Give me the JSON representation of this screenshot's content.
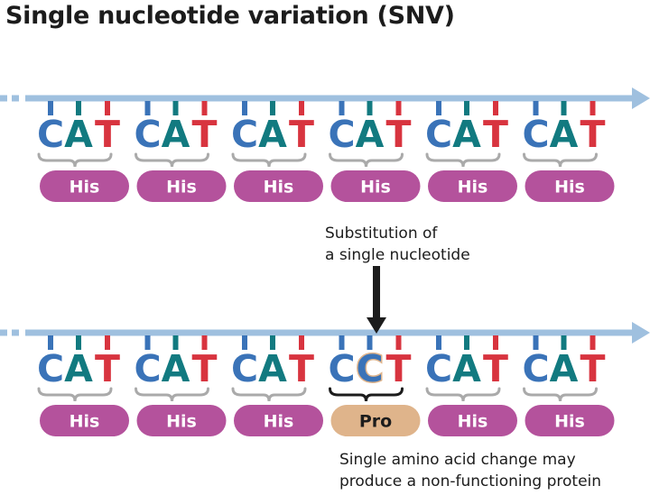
{
  "title": "Single nucleotide variation (SNV)",
  "colors": {
    "C": "#3a73b8",
    "A": "#127a80",
    "T": "#d8343f",
    "strand": "#9fc0df",
    "bracket": "#aaaaaa",
    "his_pill": "#b4529c",
    "pro_pill": "#dfb48b",
    "highlight_bracket": "#1c1c1c",
    "arrow": "#1c1c1c"
  },
  "original": {
    "codons": [
      "CAT",
      "CAT",
      "CAT",
      "CAT",
      "CAT",
      "CAT"
    ],
    "amino_acids": [
      "His",
      "His",
      "His",
      "His",
      "His",
      "His"
    ]
  },
  "mutated": {
    "codons": [
      "CAT",
      "CAT",
      "CAT",
      "CCT",
      "CAT",
      "CAT"
    ],
    "amino_acids": [
      "His",
      "His",
      "His",
      "Pro",
      "His",
      "His"
    ],
    "changed_codon_index": 3,
    "changed_base_index": 1
  },
  "annotations": {
    "substitution_line1": "Substitution of",
    "substitution_line2": "a single nucleotide",
    "consequence_line1": "Single amino acid change may",
    "consequence_line2": "produce a non-functioning protein"
  }
}
